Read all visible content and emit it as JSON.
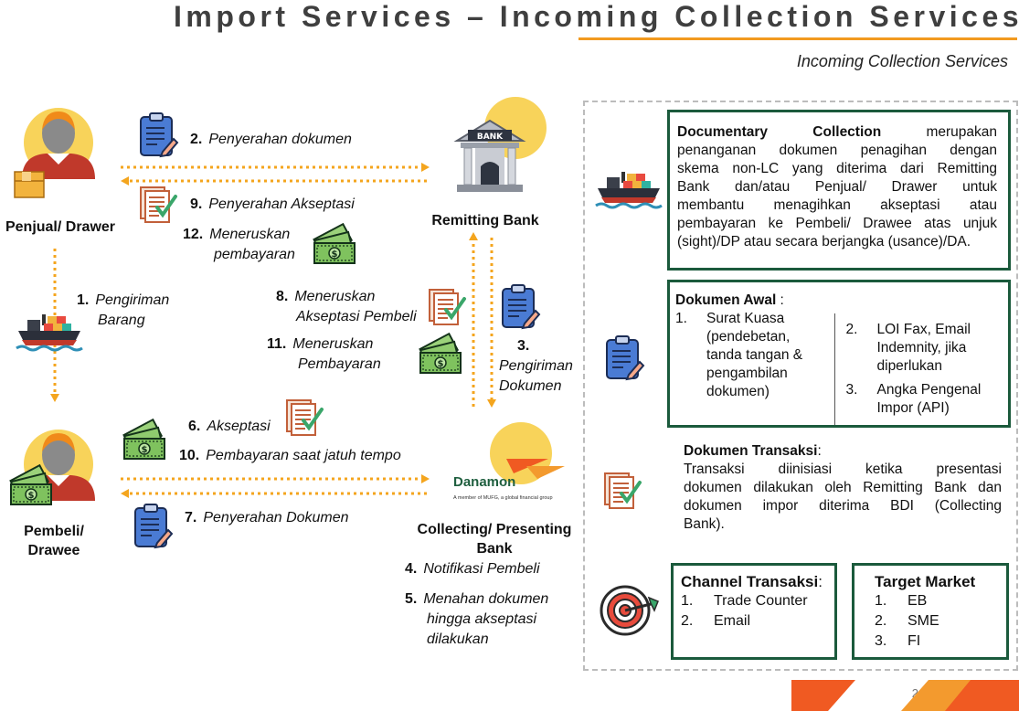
{
  "header": {
    "title": "Import Services – Incoming Collection Services",
    "subtitle": "Incoming Collection Services"
  },
  "actors": {
    "seller": "Penjual/ Drawer",
    "buyer_line1": "Pembeli/",
    "buyer_line2": "Drawee",
    "remitting_bank": "Remitting Bank",
    "collecting_bank_line1": "Collecting/ Presenting",
    "collecting_bank_line2": "Bank"
  },
  "bank_sign": "BANK",
  "danamon": {
    "name": "Danamon",
    "tagline": "A member of MUFG, a global financial group"
  },
  "steps": [
    {
      "num": "1.",
      "line1": "Pengiriman",
      "line2": "Barang"
    },
    {
      "num": "2.",
      "line1": "Penyerahan dokumen"
    },
    {
      "num": "3.",
      "line1": "Pengiriman",
      "line2": "Dokumen"
    },
    {
      "num": "4.",
      "line1": "Notifikasi Pembeli"
    },
    {
      "num": "5.",
      "line1": "Menahan dokumen",
      "line2": "hingga akseptasi",
      "line3": "dilakukan"
    },
    {
      "num": "6.",
      "line1": "Akseptasi"
    },
    {
      "num": "7.",
      "line1": "Penyerahan Dokumen"
    },
    {
      "num": "8.",
      "line1": "Meneruskan",
      "line2": "Akseptasi Pembeli"
    },
    {
      "num": "9.",
      "line1": "Penyerahan Akseptasi"
    },
    {
      "num": "10.",
      "line1": "Pembayaran saat jatuh tempo"
    },
    {
      "num": "11.",
      "line1": "Meneruskan",
      "line2": "Pembayaran"
    },
    {
      "num": "12.",
      "line1": "Meneruskan",
      "line2": "pembayaran"
    }
  ],
  "panels": {
    "documentary": {
      "bold": "Documentary Collection",
      "line1_rest": "merupakan",
      "lines": [
        "penanganan dokumen penagihan dengan",
        "skema non-LC yang diterima dari Remitting",
        "Bank dan/atau Penjual/ Drawer untuk",
        "membantu menagihkan akseptasi atau",
        "pembayaran ke Pembeli/ Drawee atas unjuk"
      ],
      "last_line": "(sight)/DP atau secara berjangka (usance)/DA."
    },
    "dokumen_awal": {
      "title": "Dokumen Awal",
      "suffix": " :",
      "left": [
        {
          "num": "1.",
          "text": "Surat Kuasa (pendebetan, tanda tangan & pengambilan dokumen)"
        }
      ],
      "right": [
        {
          "num": "2.",
          "text": "LOI Fax, Email Indemnity, jika diperlukan"
        },
        {
          "num": "3.",
          "text": "Angka Pengenal Impor (API)"
        }
      ]
    },
    "dokumen_transaksi": {
      "title": "Dokumen Transaksi",
      "suffix": ":",
      "lines": [
        "Transaksi diinisiasi ketika presentasi",
        "dokumen dilakukan oleh Remitting Bank dan",
        "dokumen impor diterima BDI (Collecting"
      ],
      "last_line": "Bank)."
    },
    "channel": {
      "title": "Channel Transaksi",
      "suffix": ":",
      "items": [
        {
          "num": "1.",
          "text": "Trade Counter"
        },
        {
          "num": "2.",
          "text": "Email"
        }
      ]
    },
    "target": {
      "title": "Target Market",
      "items": [
        {
          "num": "1.",
          "text": "EB"
        },
        {
          "num": "2.",
          "text": "SME"
        },
        {
          "num": "3.",
          "text": "FI"
        }
      ]
    }
  },
  "page_number": "2",
  "colors": {
    "accent_orange": "#f29a1f",
    "panel_border": "#1b5a3c",
    "clipboard_blue": "#4a7bd4",
    "money_green": "#3a8a3a",
    "circle_yellow": "#f8d35a",
    "danamon_orange": "#f05a22"
  },
  "icons": [
    "person-icon",
    "cargo-box-icon",
    "ship-icon",
    "bank-building-icon",
    "clipboard-icon",
    "document-check-icon",
    "money-stack-icon",
    "target-icon",
    "danamon-logo"
  ]
}
